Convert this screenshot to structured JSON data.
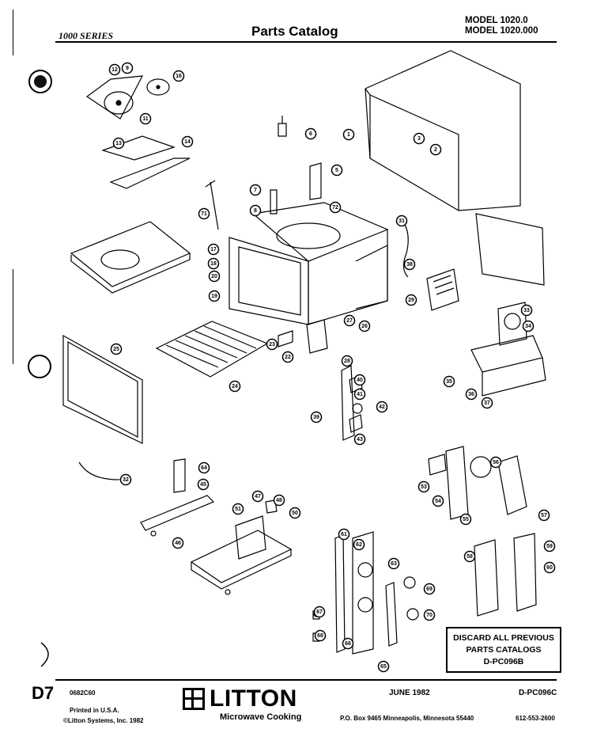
{
  "header": {
    "series": "1000 SERIES",
    "title": "Parts Catalog",
    "model_line1": "MODEL 1020.0",
    "model_line2": "MODEL 1020.000"
  },
  "part_numbers": [
    "1",
    "2",
    "3",
    "5",
    "6",
    "7",
    "8",
    "9",
    "11",
    "12",
    "13",
    "14",
    "16",
    "17",
    "18",
    "19",
    "20",
    "22",
    "23",
    "24",
    "25",
    "26",
    "27",
    "28",
    "29",
    "31",
    "32",
    "33",
    "34",
    "35",
    "36",
    "37",
    "38",
    "39",
    "40",
    "41",
    "42",
    "43",
    "45",
    "46",
    "47",
    "48",
    "50",
    "51",
    "53",
    "54",
    "55",
    "56",
    "57",
    "58",
    "59",
    "60",
    "61",
    "62",
    "63",
    "64",
    "65",
    "66",
    "67",
    "68",
    "69",
    "70",
    "71",
    "72"
  ],
  "notice": {
    "line1": "DISCARD ALL PREVIOUS",
    "line2": "PARTS CATALOGS",
    "line3": "D-PC096B"
  },
  "footer": {
    "page_code": "D7",
    "form_number": "0682C60",
    "printed": "Printed in U.S.A.",
    "copyright": "©Litton Systems, Inc. 1982",
    "brand": "LITTON",
    "brand_sub": "Microwave Cooking",
    "date": "JUNE 1982",
    "catalog_number": "D-PC096C",
    "address": "P.O. Box 9465 Minneapolis, Minnesota 55440",
    "phone": "612-553-2600"
  }
}
